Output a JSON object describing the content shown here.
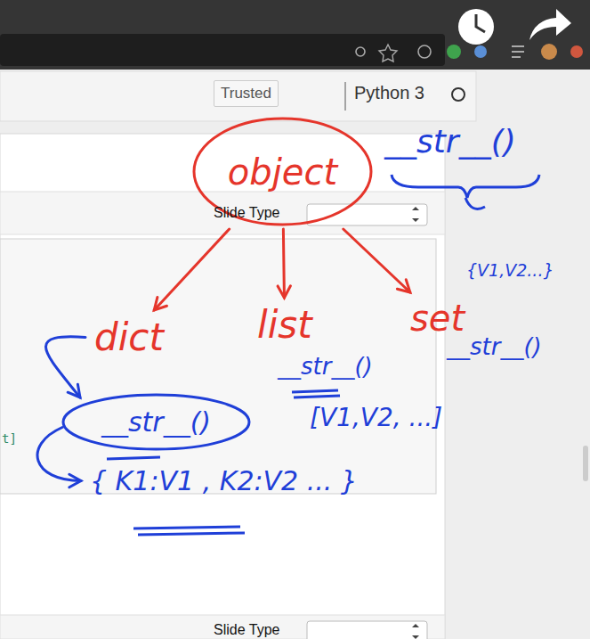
{
  "diagram": {
    "nodes": [
      {
        "text": [
          "object"
        ]
      },
      {
        "text": [
          "dict"
        ]
      },
      {
        "text": [
          "list"
        ]
      },
      {
        "text": [
          "set"
        ]
      },
      {
        "text": [
          "__str__()"
        ]
      },
      {
        "text": [
          "{ K1:V1 , K2:V2 ... }"
        ]
      }
    ],
    "edges": [
      {
        "from": 0,
        "to": 1,
        "arrow": "to"
      },
      {
        "from": 0,
        "to": 2,
        "arrow": "to"
      },
      {
        "from": 0,
        "to": 3,
        "arrow": "to"
      },
      {
        "from": 1,
        "to": 4,
        "arrow": "to"
      },
      {
        "from": 4,
        "to": 5,
        "arrow": "to"
      }
    ],
    "labels": [
      "Trusted",
      "Python 3",
      "Slide Type",
      "__str__()",
      "{V1,V2...}",
      "__str__()",
      "__str__()",
      "[V1,V2, ...]",
      "t]",
      "Slide Type"
    ]
  }
}
